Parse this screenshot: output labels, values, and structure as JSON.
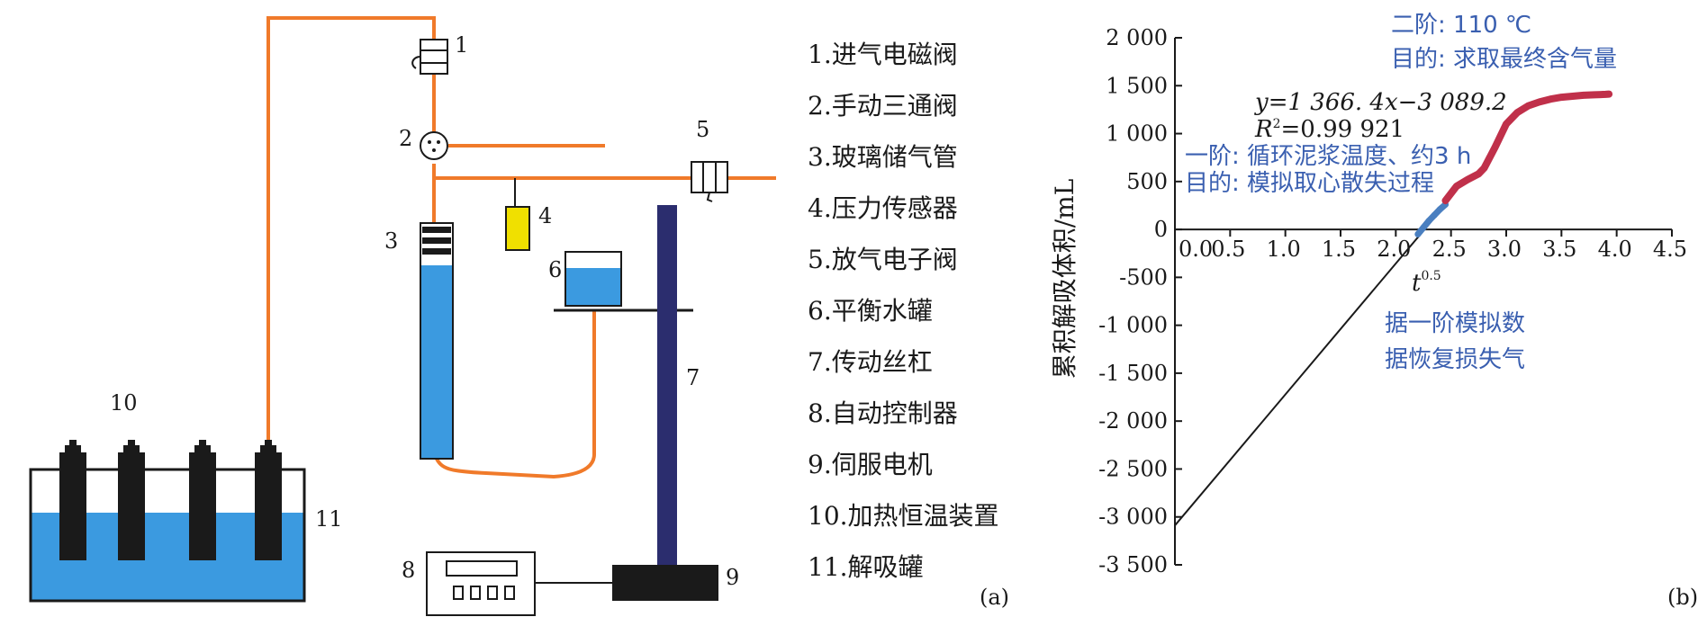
{
  "diagram_a": {
    "numbers": [
      "1",
      "2",
      "3",
      "4",
      "5",
      "6",
      "7",
      "8",
      "9",
      "10",
      "11"
    ],
    "legend": [
      "1.进气电磁阀",
      "2.手动三通阀",
      "3.玻璃储气管",
      "4.压力传感器",
      "5.放气电子阀",
      "6.平衡水罐",
      "7.传动丝杠",
      "8.自动控制器",
      "9.伺服电机",
      "10.加热恒温装置",
      "11.解吸罐"
    ],
    "panel_label": "(a)",
    "colors": {
      "pipe": "#f07a2a",
      "water": "#3b9ae0",
      "tank": "#1a1a1a",
      "screw": "#2b2d6e",
      "sensor": "#f0e000"
    }
  },
  "chart_data": {
    "type": "line",
    "panel_label": "(b)",
    "xlabel": "t^0.5",
    "xlabel_base": "t",
    "xlabel_sup": "0.5",
    "ylabel": "累积解吸体积/mL",
    "xlim": [
      0,
      4.5
    ],
    "ylim": [
      -3500,
      2000
    ],
    "x_ticks": [
      "0.0",
      "0.5",
      "1.0",
      "1.5",
      "2.0",
      "2.5",
      "3.0",
      "3.5",
      "4.0",
      "4.5"
    ],
    "x_tick_values": [
      0,
      0.5,
      1.0,
      1.5,
      2.0,
      2.5,
      3.0,
      3.5,
      4.0,
      4.5
    ],
    "y_ticks": [
      "2 000",
      "1 500",
      "1 000",
      "500",
      "0",
      "-500",
      "-1 000",
      "-1 500",
      "-2 000",
      "-2 500",
      "-3 000",
      "-3 500"
    ],
    "y_tick_values": [
      2000,
      1500,
      1000,
      500,
      0,
      -500,
      -1000,
      -1500,
      -2000,
      -2500,
      -3000,
      -3500
    ],
    "equation": "y=1 366. 4x−3 089.2",
    "r2_label": "R",
    "r2_value": "=0.99 921",
    "series": [
      {
        "name": "fit",
        "color": "#1a1a1a",
        "x": [
          0,
          2.45
        ],
        "y": [
          -3089.2,
          258.5
        ]
      },
      {
        "name": "stage1",
        "color": "#4a7fc0",
        "x": [
          2.2,
          2.25,
          2.3,
          2.35,
          2.4,
          2.45
        ],
        "y": [
          -50,
          20,
          90,
          150,
          210,
          260
        ]
      },
      {
        "name": "stage2",
        "color": "#c0304a",
        "x": [
          2.45,
          2.55,
          2.65,
          2.75,
          2.8,
          2.9,
          3.0,
          3.1,
          3.2,
          3.3,
          3.4,
          3.5,
          3.6,
          3.7,
          3.8,
          3.9,
          3.93
        ],
        "y": [
          300,
          450,
          520,
          580,
          640,
          860,
          1100,
          1220,
          1290,
          1330,
          1360,
          1380,
          1390,
          1400,
          1405,
          1410,
          1412
        ]
      }
    ],
    "annotations": {
      "stage2_title": "二阶: 110 ℃",
      "stage2_goal": "目的: 求取最终含气量",
      "stage1_title": "一阶: 循环泥浆温度、约3 h",
      "stage1_goal": "目的: 模拟取心散失过程",
      "extrap_1": "据一阶模拟数",
      "extrap_2": "据恢复损失气"
    }
  }
}
